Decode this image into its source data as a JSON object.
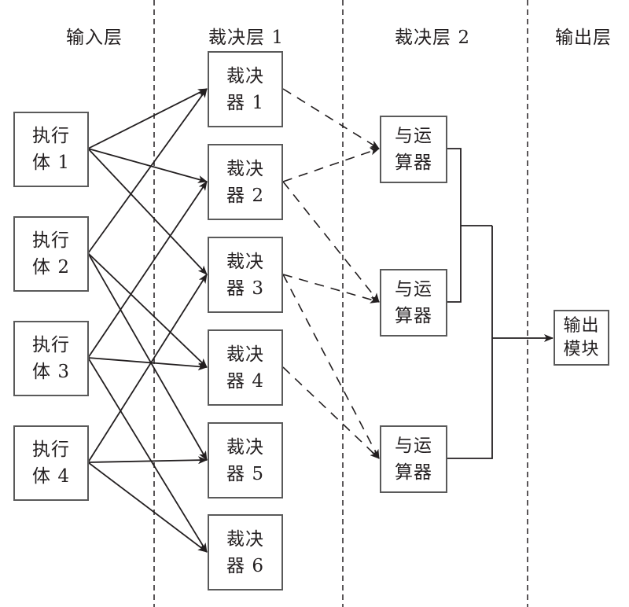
{
  "layers": [
    {
      "id": "input",
      "title": "输入层"
    },
    {
      "id": "arbiter1",
      "title": "裁决层 1"
    },
    {
      "id": "arbiter2",
      "title": "裁决层 2"
    },
    {
      "id": "output",
      "title": "输出层"
    }
  ],
  "executors": [
    {
      "id": "e1",
      "line1": "执行",
      "line2": "体 1"
    },
    {
      "id": "e2",
      "line1": "执行",
      "line2": "体 2"
    },
    {
      "id": "e3",
      "line1": "执行",
      "line2": "体 3"
    },
    {
      "id": "e4",
      "line1": "执行",
      "line2": "体 4"
    }
  ],
  "arbiters": [
    {
      "id": "a1",
      "line1": "裁决",
      "line2": "器 1"
    },
    {
      "id": "a2",
      "line1": "裁决",
      "line2": "器 2"
    },
    {
      "id": "a3",
      "line1": "裁决",
      "line2": "器 3"
    },
    {
      "id": "a4",
      "line1": "裁决",
      "line2": "器 4"
    },
    {
      "id": "a5",
      "line1": "裁决",
      "line2": "器 5"
    },
    {
      "id": "a6",
      "line1": "裁决",
      "line2": "器 6"
    }
  ],
  "and_gates": [
    {
      "id": "g1",
      "line1": "与运",
      "line2": "算器"
    },
    {
      "id": "g2",
      "line1": "与运",
      "line2": "算器"
    },
    {
      "id": "g3",
      "line1": "与运",
      "line2": "算器"
    }
  ],
  "output_module": {
    "line1": "输出",
    "line2": "模块"
  },
  "edges_executor_to_arbiter": [
    [
      "e1",
      "a1"
    ],
    [
      "e1",
      "a2"
    ],
    [
      "e1",
      "a3"
    ],
    [
      "e2",
      "a1"
    ],
    [
      "e2",
      "a4"
    ],
    [
      "e2",
      "a5"
    ],
    [
      "e3",
      "a2"
    ],
    [
      "e3",
      "a4"
    ],
    [
      "e3",
      "a6"
    ],
    [
      "e4",
      "a3"
    ],
    [
      "e4",
      "a5"
    ],
    [
      "e4",
      "a6"
    ]
  ],
  "edges_arbiter_to_and": [
    [
      "a1",
      "g1"
    ],
    [
      "a2",
      "g1"
    ],
    [
      "a2",
      "g2"
    ],
    [
      "a3",
      "g2"
    ],
    [
      "a3",
      "g3"
    ],
    [
      "a4",
      "g3"
    ]
  ],
  "edges_and_to_output": [
    [
      "g1",
      "g2",
      "g3",
      "output"
    ]
  ],
  "colors": {
    "line": "#231f20",
    "box_border": "#5a5a5a",
    "background": "#ffffff"
  }
}
